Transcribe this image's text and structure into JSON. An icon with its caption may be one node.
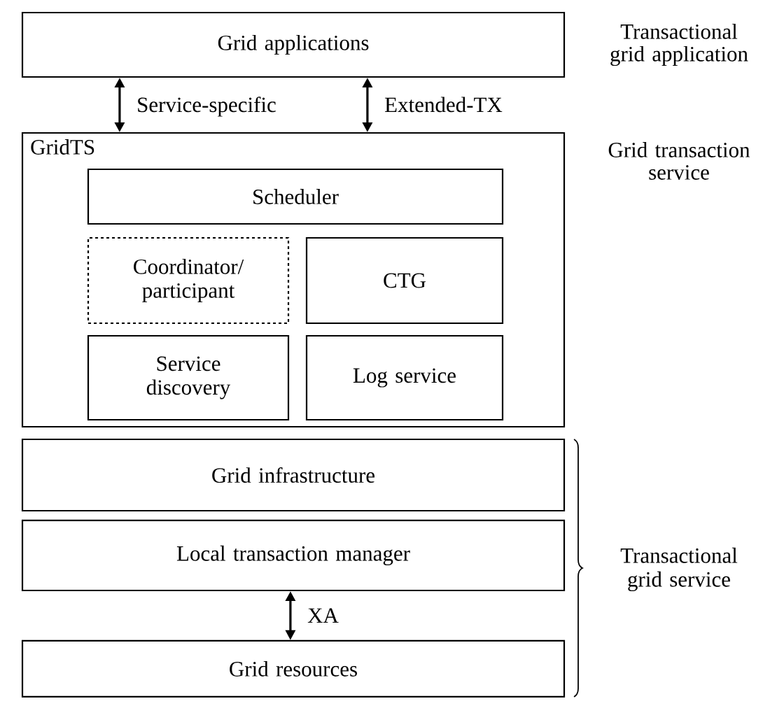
{
  "diagram": {
    "nodes": [
      {
        "text": [
          "Grid applications"
        ],
        "beside": [
          "Transactional grid application"
        ]
      },
      {
        "text": [
          "GridTS"
        ],
        "beside": [
          "Grid transaction service"
        ]
      },
      {
        "text": [
          "Scheduler"
        ],
        "in": 1
      },
      {
        "text": [
          "Coordinator/ participant"
        ],
        "in": 1
      },
      {
        "text": [
          "CTG"
        ],
        "in": 1
      },
      {
        "text": [
          "Service discovery"
        ],
        "in": 1
      },
      {
        "text": [
          "Log service"
        ],
        "in": 1
      },
      {
        "text": [
          "Grid infrastructure"
        ]
      },
      {
        "text": [
          "Local transaction manager"
        ]
      },
      {
        "text": [
          "Grid resources"
        ]
      }
    ],
    "edges": [
      {
        "from": 0,
        "to": 1,
        "arrow": "both",
        "label": "Service-specific"
      },
      {
        "from": 0,
        "to": 1,
        "arrow": "both",
        "label": "Extended-TX"
      },
      {
        "from": 8,
        "to": 9,
        "arrow": "both",
        "label": "XA"
      }
    ],
    "labels": [
      "Transactional grid service"
    ]
  }
}
